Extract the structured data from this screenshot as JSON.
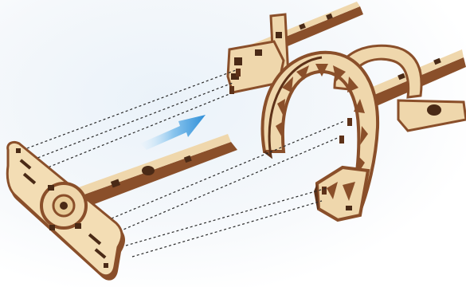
{
  "figure": {
    "kind": "exploded assembly diagram",
    "parts": [
      {
        "name": "base-cross-frame",
        "icon": "wooden-frame-icon"
      },
      {
        "name": "arched-support-assembly",
        "icon": "wooden-arch-icon"
      }
    ],
    "connectors": {
      "count": 7,
      "style": "dashed"
    },
    "direction_icon": "arrow-right-icon"
  },
  "colors": {
    "wood_face": "#efd7ac",
    "wood_face_light": "#f6e6c8",
    "wood_edge": "#8a4f2a",
    "wood_edge_dark": "#5e3219",
    "hole": "#4a2a16",
    "arrow": "#2f8fd8",
    "arrow_light": "#bfe0f7",
    "dash": "#2a2a2a"
  }
}
